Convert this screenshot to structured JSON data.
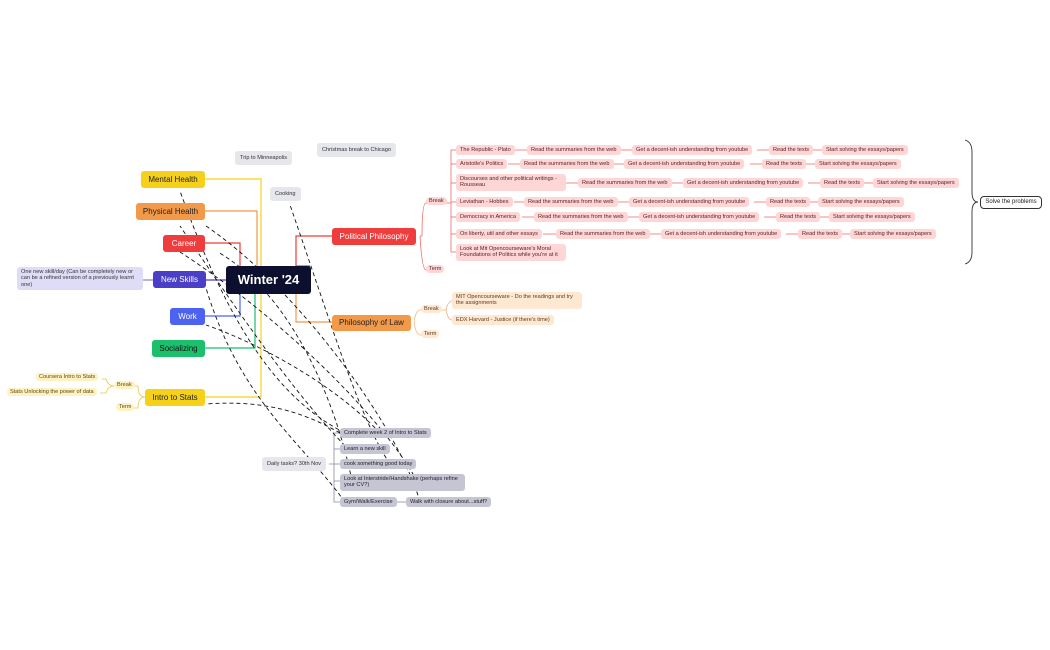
{
  "center": "Winter '24",
  "floating": {
    "trip": "Trip to Minneapolis",
    "christmas": "Christmas break to Chicago",
    "cooking": "Cooking"
  },
  "left_branches": {
    "mental_health": "Mental Health",
    "physical_health": "Physical Health",
    "career": "Career",
    "new_skills": "New Skills",
    "new_skills_note": "One new skill/day (Can be completely new or can be a refined version of a previously learnt one)",
    "work": "Work",
    "socializing": "Socializing",
    "intro_stats": "Intro to Stats",
    "stats_break": "Break",
    "stats_term": "Term",
    "coursera": "Coursera Intro to Stats",
    "stats_unlocking": "Stats Unlocking the power of data"
  },
  "political_philosophy": {
    "title": "Political Philosophy",
    "break": "Break",
    "term": "Term",
    "rows": [
      {
        "topic": "The Republic - Plato",
        "steps": [
          "Read the summaries from the web",
          "Get a decent-ish understanding from youtube",
          "Read the texts",
          "Start solving the essays/papers"
        ]
      },
      {
        "topic": "Aristotle's Politics",
        "steps": [
          "Read the summaries from the web",
          "Get a decent-ish understanding from youtube",
          "Read the texts",
          "Start solving the essays/papers"
        ]
      },
      {
        "topic": "Discourses and other political writings - Rousseau",
        "steps": [
          "Read the summaries from the web",
          "Get a decent-ish understanding from youtube",
          "Read the texts",
          "Start solving the essays/papers"
        ]
      },
      {
        "topic": "Leviathan - Hobbes",
        "steps": [
          "Read the summaries from the web",
          "Get a decent-ish understanding from youtube",
          "Read the texts",
          "Start solving the essays/papers"
        ]
      },
      {
        "topic": "Democracy in America",
        "steps": [
          "Read the summaries from the web",
          "Get a decent-ish understanding from youtube",
          "Read the texts",
          "Start solving the essays/papers"
        ]
      },
      {
        "topic": "On liberty, util and other essays",
        "steps": [
          "Read the summaries from the web",
          "Get a decent-ish understanding from youtube",
          "Read the texts",
          "Start solving the essays/papers"
        ]
      },
      {
        "topic": "Look at Mit Opencourseware's Moral Foundations of Politics while you're at it",
        "steps": []
      }
    ],
    "summary": "Solve the problems"
  },
  "philosophy_of_law": {
    "title": "Philosophy of Law",
    "break": "Break",
    "term": "Term",
    "items": [
      "MIT Opencourseware - Do the readings and try the assignments",
      "EDX Harvard - Justice (if there's time)"
    ]
  },
  "daily": {
    "title": "Daily tasks? 30th Nov",
    "tasks": [
      "Complete week 2 of Intro to Stats",
      "Learn a new skill",
      "cook something good today",
      "Look at Interstride/Handshake (perhaps refine your CV?)",
      "Gym/Walk/Exercise"
    ],
    "extra": "Walk with closure about...stuff?"
  },
  "colors": {
    "center": "#0c0f2e",
    "mental_health": "#f6d11c",
    "physical_health": "#f2994a",
    "career": "#ef3c3c",
    "new_skills": "#4b3fc8",
    "work": "#4c63f2",
    "socializing": "#1bbf6c",
    "intro_stats": "#f6d11c",
    "political_philosophy": "#ef3c3c",
    "philosophy_of_law": "#f2994a"
  }
}
